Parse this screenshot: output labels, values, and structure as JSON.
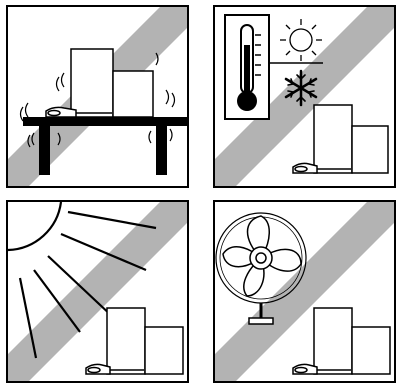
{
  "panels": [
    {
      "id": "vibration",
      "icons": [
        "balance-icon",
        "table-icon",
        "vibration-lines-icon"
      ]
    },
    {
      "id": "temperature",
      "icons": [
        "thermometer-icon",
        "sun-icon",
        "snowflake-icon",
        "balance-icon"
      ]
    },
    {
      "id": "sunlight",
      "icons": [
        "sun-rays-icon",
        "balance-icon"
      ]
    },
    {
      "id": "draft",
      "icons": [
        "fan-icon",
        "balance-icon"
      ]
    }
  ],
  "colors": {
    "stripe": "#b3b3b3",
    "outline": "#000000",
    "background": "#ffffff"
  }
}
